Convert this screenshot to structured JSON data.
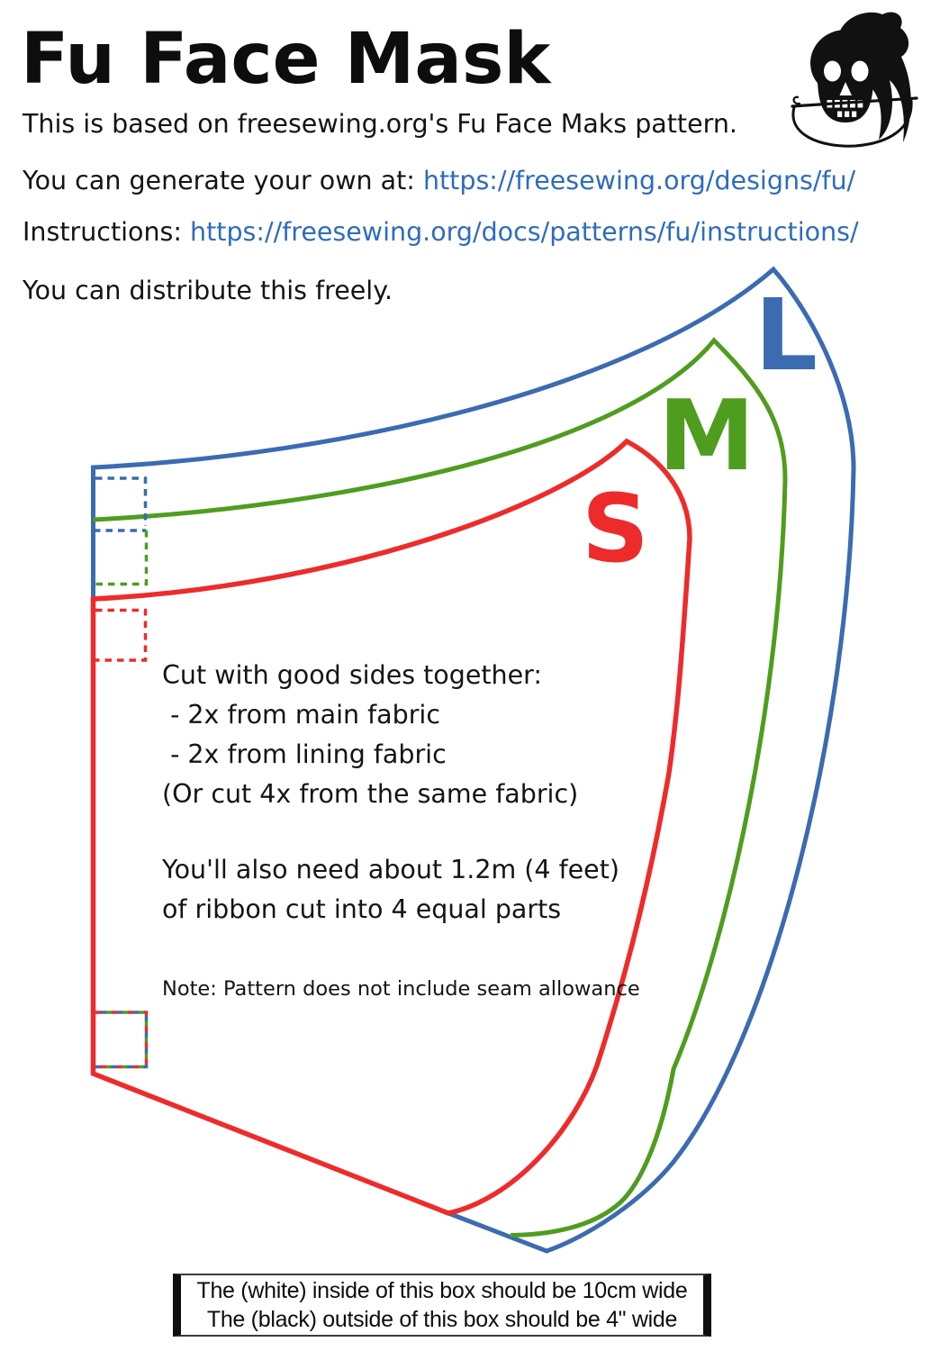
{
  "colors": {
    "blue": "#3b6bb1",
    "green": "#4f9d1f",
    "red": "#ee2b2b",
    "link": "#2e6cbd",
    "ink": "#111111"
  },
  "header": {
    "title": "Fu Face Mask",
    "line1": "This is based on freesewing.org's Fu Face Maks pattern.",
    "line2_prefix": "You can generate your own at: ",
    "line2_link": "https://freesewing.org/designs/fu/",
    "line3_prefix": "Instructions: ",
    "line3_link": "https://freesewing.org/docs/patterns/fu/instructions/",
    "line4": "You can distribute this freely."
  },
  "pattern": {
    "sizes": {
      "l": "L",
      "m": "M",
      "s": "S"
    },
    "instructions1": "Cut with good sides together:\n - 2x from main fabric\n - 2x from lining fabric\n(Or cut 4x from the same fabric)",
    "instructions2": "You'll also need about 1.2m (4 feet)\nof ribbon cut into 4 equal parts",
    "note": "Note: Pattern does not include seam allowance"
  },
  "scale_box": {
    "line1": "The (white) inside of this box should be 10cm wide",
    "line2": "The (black) outside of this box should be 4\" wide"
  }
}
